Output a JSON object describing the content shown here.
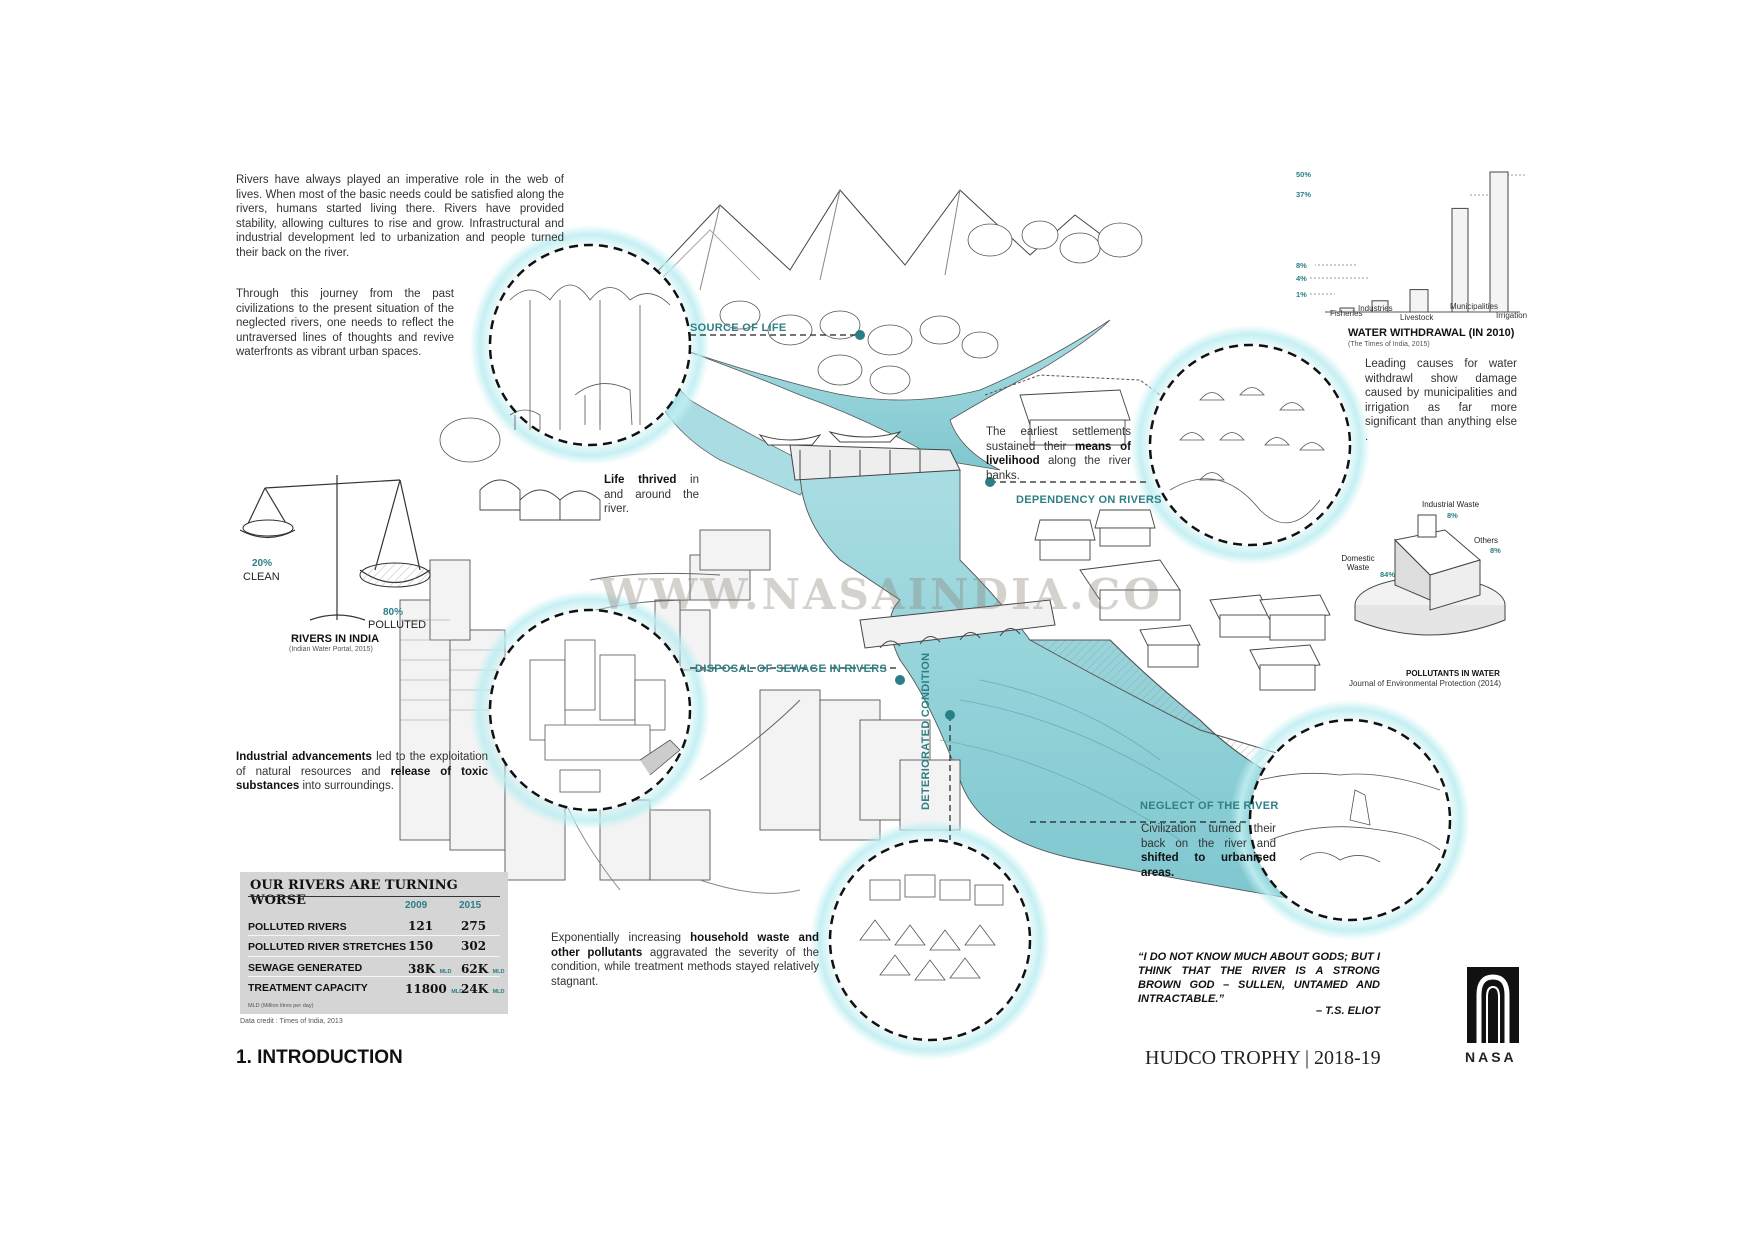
{
  "intro": {
    "p1": "Rivers have always played an imperative role in the web of lives. When most of the basic needs could be satisfied along the rivers, humans started living there. Rivers have provided stability, allowing cultures to rise and grow. Infrastructural and industrial development led to urbanization and people turned their back on the river.",
    "p2": "Through this journey from the past civilizations to the present situation of the neglected rivers, one needs to reflect the untraversed lines of thoughts and revive waterfronts as vibrant urban spaces."
  },
  "callouts": {
    "source_of_life": "SOURCE OF LIFE",
    "dependency": "DEPENDENCY ON RIVERS",
    "disposal": "DISPOSAL OF SEWAGE IN RIVERS",
    "deteriorated": "DETERIORATED CONDITION",
    "neglect": "NEGLECT OF THE RIVER"
  },
  "notes": {
    "life_thrived_bold": "Life thrived",
    "life_thrived_rest": " in and around the river.",
    "settlements_a": "The earliest settlements sustained their ",
    "settlements_bold": "means of livelihood",
    "settlements_b": " along the river banks.",
    "industrial_bold1": "Industrial advancements",
    "industrial_a": " led to the exploitation of natural resources and ",
    "industrial_bold2": "release of toxic substances",
    "industrial_b": " into surroundings.",
    "household_a": "Exponentially increasing ",
    "household_bold": "household waste and other pollutants",
    "household_b": " aggravated the severity of the condition, while treatment methods stayed relatively stagnant.",
    "neglect_a": "Civilization turned their back on the river and ",
    "neglect_bold": "shifted to urbanised areas."
  },
  "rivers_in_india": {
    "clean_pct": "20%",
    "clean_label": "CLEAN",
    "polluted_pct": "80%",
    "polluted_label": "POLLUTED",
    "title": "RIVERS IN INDIA",
    "source": "(Indian Water Portal, 2015)"
  },
  "water_withdrawal": {
    "title": "WATER WITHDRAWAL (IN 2010)",
    "source": "(The Times of India, 2015)",
    "description": "Leading causes for water withdrawl show damage caused by municipalities and irrigation as far more significant than anything else .",
    "ticks": [
      "50%",
      "37%",
      "8%",
      "4%",
      "1%"
    ]
  },
  "chart_data": {
    "type": "bar",
    "title": "WATER WITHDRAWAL (IN 2010)",
    "categories": [
      "Fisheries",
      "Industries",
      "Livestock",
      "Municipalities",
      "Irrigation"
    ],
    "values": [
      1,
      4,
      8,
      37,
      50
    ]
  },
  "pollutants": {
    "industrial_label": "Industrial Waste",
    "industrial_pct": "8%",
    "others_label": "Others",
    "others_pct": "8%",
    "domestic_label": "Domestic Waste",
    "domestic_pct": "84%",
    "title": "POLLUTANTS IN WATER",
    "source": "Journal of Environmental Protection (2014)"
  },
  "table": {
    "title": "OUR RIVERS ARE TURNING WORSE",
    "years": [
      "2009",
      "2015"
    ],
    "rows": [
      {
        "label": "POLLUTED RIVERS",
        "v2009": "121",
        "u2009": "",
        "v2015": "275",
        "u2015": ""
      },
      {
        "label": "POLLUTED RIVER STRETCHES",
        "v2009": "150",
        "u2009": "",
        "v2015": "302",
        "u2015": ""
      },
      {
        "label": "SEWAGE GENERATED",
        "v2009": "38K",
        "u2009": "MLD",
        "v2015": "62K",
        "u2015": "MLD"
      },
      {
        "label": "TREATMENT CAPACITY",
        "v2009": "11800",
        "u2009": "MLD",
        "v2015": "24K",
        "u2015": "MLD"
      }
    ],
    "footnote": "MLD (Million litres per day)",
    "credit": "Data credit : Times of India, 2013"
  },
  "quote": {
    "text": "“I DO NOT KNOW MUCH ABOUT GODS; BUT I THINK THAT THE RIVER IS A STRONG BROWN GOD – SULLEN, UNTAMED AND INTRACTABLE.”",
    "author": "– T.S. ELIOT"
  },
  "footer": {
    "section": "1. INTRODUCTION",
    "trophy": "HUDCO TROPHY | 2018-19",
    "logo_text": "NASA"
  },
  "watermark": "WWW.NASAINDIA.CO",
  "colors": {
    "accent": "#2a7f86",
    "water": "#a9dde3",
    "glow": "#bfeef2",
    "table_bg": "#d5d5d5"
  }
}
